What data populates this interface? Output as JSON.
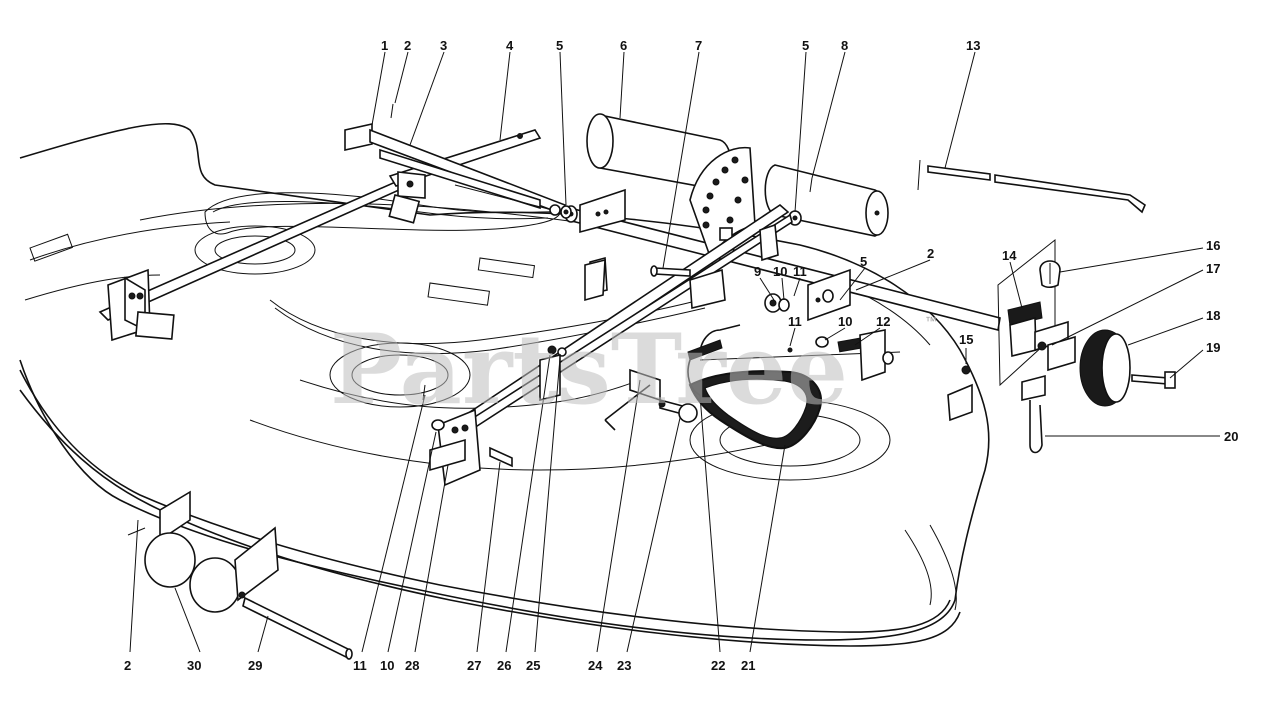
{
  "watermark": {
    "text": "PartsTree",
    "tm": "™"
  },
  "callouts": [
    {
      "id": "c1",
      "text": "1"
    },
    {
      "id": "c2a",
      "text": "2"
    },
    {
      "id": "c3",
      "text": "3"
    },
    {
      "id": "c4",
      "text": "4"
    },
    {
      "id": "c5a",
      "text": "5"
    },
    {
      "id": "c6",
      "text": "6"
    },
    {
      "id": "c7",
      "text": "7"
    },
    {
      "id": "c5b",
      "text": "5"
    },
    {
      "id": "c8",
      "text": "8"
    },
    {
      "id": "c13",
      "text": "13"
    },
    {
      "id": "c16",
      "text": "16"
    },
    {
      "id": "c14",
      "text": "14"
    },
    {
      "id": "c17",
      "text": "17"
    },
    {
      "id": "c2b",
      "text": "2"
    },
    {
      "id": "c5c",
      "text": "5"
    },
    {
      "id": "c9",
      "text": "9"
    },
    {
      "id": "c10a",
      "text": "10"
    },
    {
      "id": "c11a",
      "text": "11"
    },
    {
      "id": "c18",
      "text": "18"
    },
    {
      "id": "c11b",
      "text": "11"
    },
    {
      "id": "c10b",
      "text": "10"
    },
    {
      "id": "c12",
      "text": "12"
    },
    {
      "id": "c15",
      "text": "15"
    },
    {
      "id": "c19",
      "text": "19"
    },
    {
      "id": "c20",
      "text": "20"
    },
    {
      "id": "c2c",
      "text": "2"
    },
    {
      "id": "c30",
      "text": "30"
    },
    {
      "id": "c29",
      "text": "29"
    },
    {
      "id": "c11c",
      "text": "11"
    },
    {
      "id": "c10c",
      "text": "10"
    },
    {
      "id": "c28",
      "text": "28"
    },
    {
      "id": "c27",
      "text": "27"
    },
    {
      "id": "c26",
      "text": "26"
    },
    {
      "id": "c25",
      "text": "25"
    },
    {
      "id": "c24",
      "text": "24"
    },
    {
      "id": "c23",
      "text": "23"
    },
    {
      "id": "c22",
      "text": "22"
    },
    {
      "id": "c21",
      "text": "21"
    }
  ]
}
